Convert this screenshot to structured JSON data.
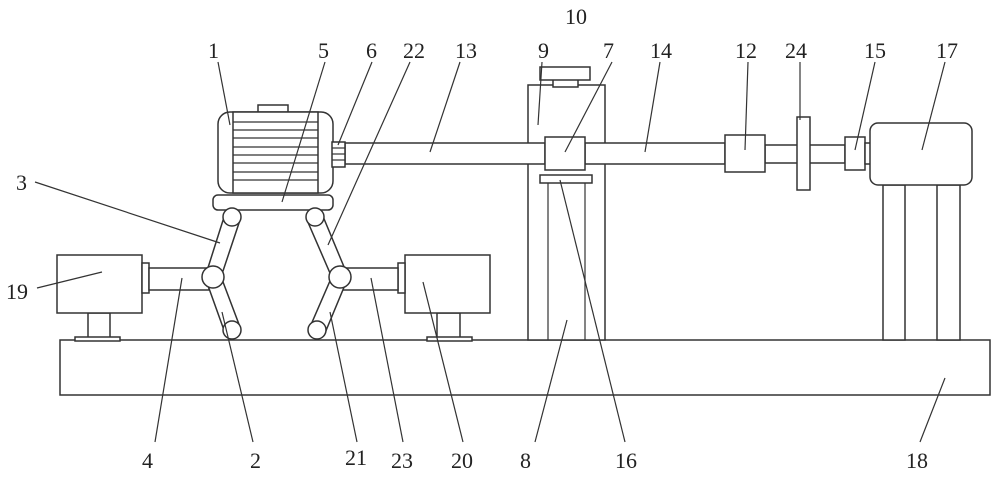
{
  "labels": [
    "1",
    "2",
    "3",
    "4",
    "5",
    "6",
    "7",
    "8",
    "9",
    "10",
    "12",
    "13",
    "14",
    "15",
    "16",
    "17",
    "18",
    "19",
    "20",
    "21",
    "22",
    "23",
    "24"
  ]
}
